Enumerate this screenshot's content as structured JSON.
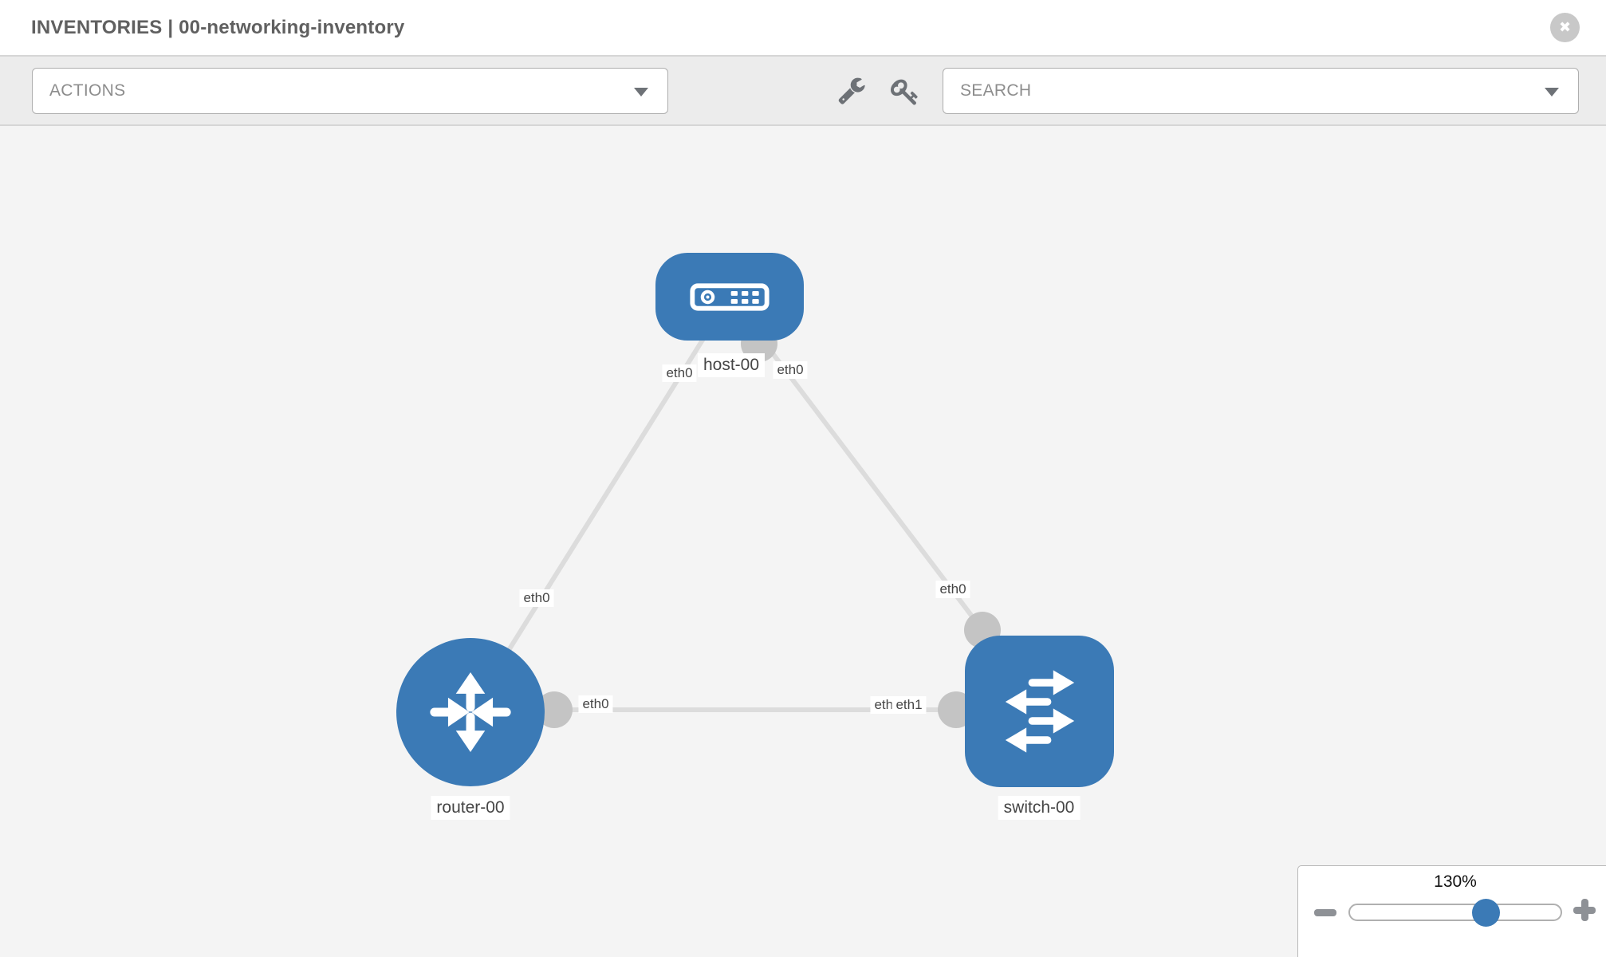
{
  "header": {
    "title": "INVENTORIES | 00-networking-inventory"
  },
  "toolbar": {
    "actions_label": "ACTIONS",
    "search_placeholder": "SEARCH"
  },
  "icons": {
    "close": "✖",
    "wrench": "wrench-icon",
    "key": "key-icon",
    "actions_caret": "caret-down",
    "search_caret": "caret-down",
    "zoom_out": "minus",
    "zoom_in": "plus"
  },
  "topology": {
    "nodes": [
      {
        "id": "host-00",
        "type": "host",
        "label": "host-00"
      },
      {
        "id": "router-00",
        "type": "router",
        "label": "router-00"
      },
      {
        "id": "switch-00",
        "type": "switch",
        "label": "switch-00"
      }
    ],
    "links": [
      {
        "from": "host-00",
        "to": "router-00",
        "labels": {
          "host_end": "eth0",
          "router_end": "eth0"
        }
      },
      {
        "from": "host-00",
        "to": "switch-00",
        "labels": {
          "host_end": "eth0",
          "switch_end": "eth0"
        }
      },
      {
        "from": "router-00",
        "to": "switch-00",
        "labels": {
          "router_end": "eth0",
          "switch_end_overlapped": [
            "eth0",
            "eth1"
          ]
        }
      }
    ]
  },
  "zoom_control": {
    "level": "130%",
    "value": 130
  },
  "colors": {
    "node_blue": "#3b7ab6",
    "link_gray": "#dcdcdc",
    "port_gray": "#c4c4c4",
    "toolbar_bg": "#ececec",
    "canvas_bg": "#f4f4f4"
  }
}
